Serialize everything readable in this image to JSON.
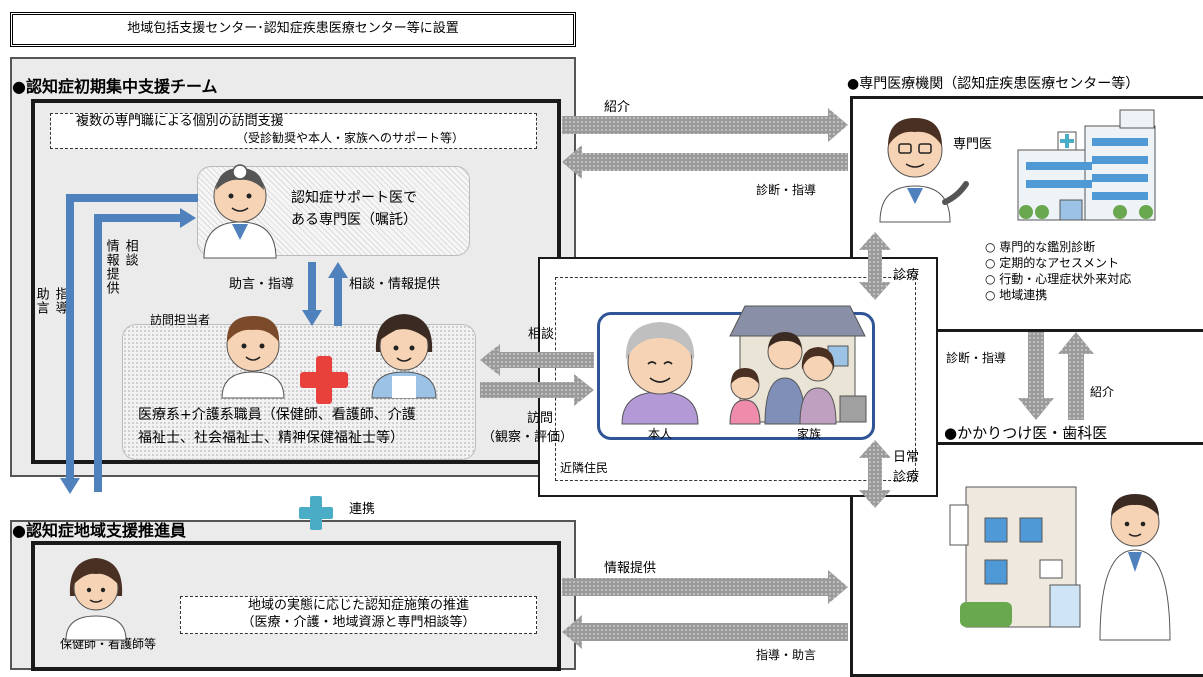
{
  "header": {
    "placement_label": "地域包括支援センター･認知症疾患医療センター等に設置"
  },
  "team": {
    "title": "●認知症初期集中支援チーム",
    "visit_support_line1": "複数の専門職による個別の訪問支援",
    "visit_support_line2": "（受診勧奨や本人・家族へのサポート等）",
    "support_doctor_line1": "認知症サポート医で",
    "support_doctor_line2": "ある専門医（嘱託）",
    "advice_guidance": "助言・指導",
    "consult_info": "相談・情報提供",
    "visitor_label": "訪問担当者",
    "staff_line1": "医療系+介護系職員（保健師、看護師、介護",
    "staff_line2": "福祉士、社会福祉士、精神保健福祉士等）",
    "left_vertical_1": "助言",
    "left_vertical_2": "指導",
    "left_vertical_3": "情報提供",
    "left_vertical_4": "相談"
  },
  "collaboration": {
    "label": "連携"
  },
  "promoter": {
    "title": "●認知症地域支援推進員",
    "role_line1": "地域の実態に応じた認知症施策の推進",
    "role_line2": "（医療・介護・地域資源と専門相談等）",
    "staff_label": "保健師・看護師等"
  },
  "center": {
    "consult": "相談",
    "visit": "訪問",
    "observe": "（観察・評価）",
    "person": "本人",
    "family": "家族",
    "neighbors": "近隣住民"
  },
  "specialist": {
    "title": "●専門医療機関（認知症疾患医療センター等）",
    "doctor_label": "専門医",
    "bullets": [
      "○ 専門的な鑑別診断",
      "○ 定期的なアセスメント",
      "○ 行動・心理症状外来対応",
      "○ 地域連携"
    ]
  },
  "gp": {
    "title": "●かかりつけ医・歯科医"
  },
  "arrows": {
    "referral": "紹介",
    "diagnosis_guidance": "診断・指導",
    "consultation": "診療",
    "diag_guidance_right": "診断・指導",
    "referral_right": "紹介",
    "daily_care_line1": "日常",
    "daily_care_line2": "診療",
    "info_provision": "情報提供",
    "guidance_advice": "指導・助言"
  },
  "colors": {
    "blue_arrow": "#4f81bd",
    "gray_arrow": "#8c8c8c",
    "collab_cross": "#4bacc6",
    "red_cross": "#e8413c",
    "family_frame": "#2f5597"
  }
}
